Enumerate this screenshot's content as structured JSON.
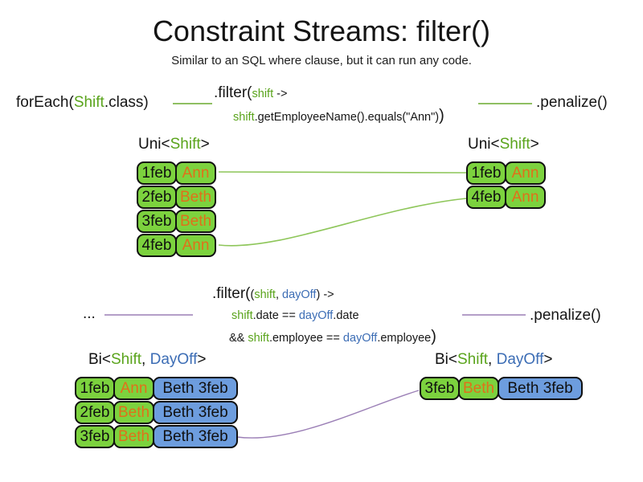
{
  "slide": {
    "title": "Constraint Streams: filter()",
    "subtitle": "Similar to an SQL where clause, but it can run any code."
  },
  "colors": {
    "cell_green": "#7cd23e",
    "cell_blue": "#6d9dde",
    "text_orange": "#e0701a",
    "keyword_green": "#5aa41c",
    "keyword_blue": "#3c6db5",
    "line_green": "#6aaa2e",
    "line_light_green": "#8ec65a",
    "line_purple": "#9b7fb6"
  },
  "flow1": {
    "source": {
      "p1": "forEach(",
      "type": "Shift",
      "p2": ".class)"
    },
    "filter": {
      "head": ".filter(",
      "param": "shift",
      "arrow": " ->",
      "body_param": "shift",
      "body_code": ".getEmployeeName().equals(\"Ann\")",
      "body_close": ")"
    },
    "penalize": ".penalize()"
  },
  "flow2": {
    "source": "...",
    "filter": {
      "head": ".filter(",
      "open": "(",
      "param1": "shift",
      "comma": ", ",
      "param2": "dayOff",
      "close_paren": ")",
      "arrow": " ->",
      "l2_a": "shift",
      "l2_b": ".date == ",
      "l2_c": "dayOff",
      "l2_d": ".date",
      "l3_a": "&& ",
      "l3_b": "shift",
      "l3_c": ".employee == ",
      "l3_d": "dayOff",
      "l3_e": ".employee",
      "close": ")"
    },
    "penalize": ".penalize()"
  },
  "uni_left": {
    "label": {
      "p1": "Uni<",
      "type": "Shift",
      "p2": ">"
    },
    "rows": [
      {
        "date": "1feb",
        "employee": "Ann"
      },
      {
        "date": "2feb",
        "employee": "Beth"
      },
      {
        "date": "3feb",
        "employee": "Beth"
      },
      {
        "date": "4feb",
        "employee": "Ann"
      }
    ]
  },
  "uni_right": {
    "label": {
      "p1": "Uni<",
      "type": "Shift",
      "p2": ">"
    },
    "rows": [
      {
        "date": "1feb",
        "employee": "Ann"
      },
      {
        "date": "4feb",
        "employee": "Ann"
      }
    ]
  },
  "bi_left": {
    "label": {
      "p1": "Bi<",
      "type1": "Shift",
      "comma": ", ",
      "type2": "DayOff",
      "p2": ">"
    },
    "rows": [
      {
        "date": "1feb",
        "employee": "Ann",
        "dayoff": "Beth 3feb"
      },
      {
        "date": "2feb",
        "employee": "Beth",
        "dayoff": "Beth 3feb"
      },
      {
        "date": "3feb",
        "employee": "Beth",
        "dayoff": "Beth 3feb"
      }
    ]
  },
  "bi_right": {
    "label": {
      "p1": "Bi<",
      "type1": "Shift",
      "comma": ", ",
      "type2": "DayOff",
      "p2": ">"
    },
    "rows": [
      {
        "date": "3feb",
        "employee": "Beth",
        "dayoff": "Beth 3feb"
      }
    ]
  }
}
